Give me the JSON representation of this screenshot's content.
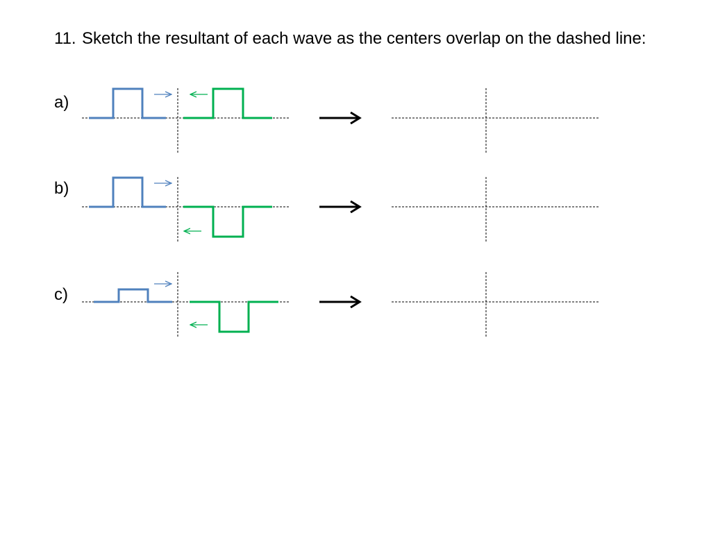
{
  "question": {
    "number": "11.",
    "text": "Sketch the resultant of each wave as the centers overlap on the dashed line:"
  },
  "parts": [
    {
      "label": "a)",
      "left_pulse": "up",
      "right_pulse": "up",
      "left_pulse_size": "large"
    },
    {
      "label": "b)",
      "left_pulse": "up",
      "right_pulse": "down",
      "left_pulse_size": "large"
    },
    {
      "label": "c)",
      "left_pulse": "up",
      "right_pulse": "down",
      "left_pulse_size": "small"
    }
  ],
  "colors": {
    "left_pulse": "#4f81bd",
    "right_pulse": "#00b050",
    "dashed_line": "#000000",
    "result_arrow": "#000000"
  },
  "icons": {
    "left_pulse_direction": "arrow-right-icon",
    "right_pulse_direction": "arrow-left-icon",
    "result_arrow": "arrow-right-bold-icon"
  }
}
